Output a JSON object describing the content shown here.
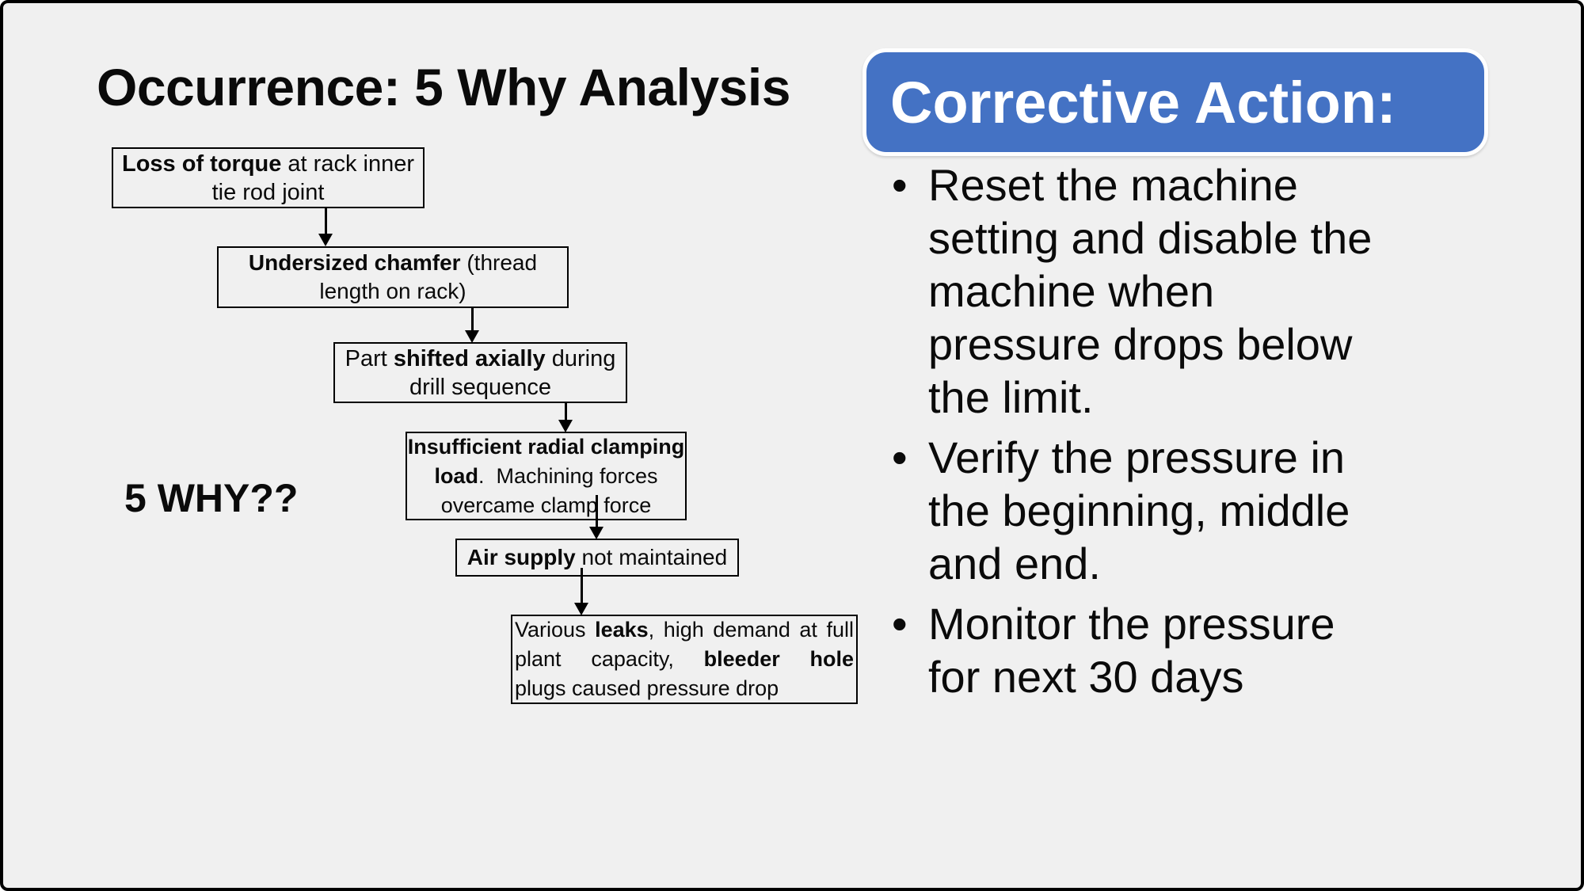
{
  "slide": {
    "bg_color": "#f0f0f0",
    "border_color": "#000000",
    "title": "Occurrence: 5 Why Analysis",
    "why_label": "5 WHY??"
  },
  "flowchart": {
    "boxes": [
      {
        "name": "why-1-loss-of-torque",
        "lines": [
          [
            {
              "text": "Loss of torque",
              "bold": true
            },
            {
              "text": " at rack inner",
              "bold": false
            }
          ],
          [
            {
              "text": "tie rod joint",
              "bold": false
            }
          ]
        ]
      },
      {
        "name": "why-2-undersized-chamfer",
        "lines": [
          [
            {
              "text": "Undersized chamfer",
              "bold": true
            },
            {
              "text": " (thread",
              "bold": false
            }
          ],
          [
            {
              "text": "length on rack)",
              "bold": false
            }
          ]
        ]
      },
      {
        "name": "why-3-part-shifted",
        "lines": [
          [
            {
              "text": "Part ",
              "bold": false
            },
            {
              "text": "shifted axially",
              "bold": true
            },
            {
              "text": " during",
              "bold": false
            }
          ],
          [
            {
              "text": "drill sequence",
              "bold": false
            }
          ]
        ]
      },
      {
        "name": "why-4-insufficient-clamping",
        "lines": [
          [
            {
              "text": "Insufficient radial clamping",
              "bold": true
            }
          ],
          [
            {
              "text": "load",
              "bold": true
            },
            {
              "text": ".  Machining forces",
              "bold": false
            }
          ],
          [
            {
              "text": "overcame clamp force",
              "bold": false
            }
          ]
        ]
      },
      {
        "name": "why-5-air-supply",
        "lines": [
          [
            {
              "text": "Air supply",
              "bold": true
            },
            {
              "text": " not maintained",
              "bold": false
            }
          ]
        ]
      },
      {
        "name": "root-cause-leaks",
        "lines": [
          [
            {
              "text": "Various ",
              "bold": false
            },
            {
              "text": "leaks",
              "bold": true
            },
            {
              "text": ", high demand at full",
              "bold": false
            }
          ],
          [
            {
              "text": "plant capacity, ",
              "bold": false
            },
            {
              "text": "bleeder hole",
              "bold": true
            }
          ],
          [
            {
              "text": "plugs caused pressure drop",
              "bold": false
            }
          ]
        ]
      }
    ]
  },
  "corrective_action": {
    "header": "Corrective Action:",
    "header_bg": "#4472c4",
    "header_text_color": "#ffffff",
    "bullet_char": "•",
    "bullets": [
      "Reset the machine setting and disable the machine when pressure drops below the limit.",
      "Verify the pressure in the beginning, middle and end.",
      "Monitor the pressure for next 30 days"
    ]
  }
}
